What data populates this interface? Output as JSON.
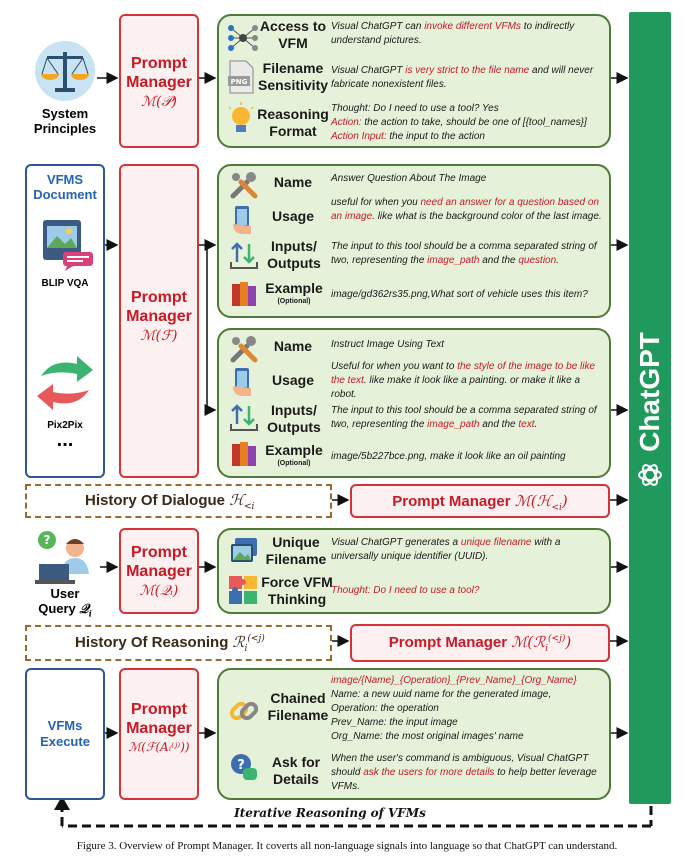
{
  "system": {
    "label_1": "System",
    "label_2": "Principles"
  },
  "vfms_doc": {
    "title_1": "VFMS",
    "title_2": "Document",
    "blip_label": "BLIP VQA",
    "pix_label": "Pix2Pix",
    "ellipsis": "..."
  },
  "user": {
    "label_1": "User",
    "label_2": "Query "
  },
  "execute": {
    "label_1": "VFMs",
    "label_2": "Execute"
  },
  "pm_title_1": "Prompt",
  "pm_title_2": "Manager",
  "pm_math": {
    "p": "ℳ(𝒫)",
    "f": "ℳ(ℱ)",
    "q": "ℳ(𝒬ᵢ)",
    "exec": "ℳ(ℱ(𝐴ᵢ⁽ʲ⁾))"
  },
  "system_rows": [
    {
      "label": "Access to VFM",
      "desc_pre": "Visual ChatGPT can ",
      "desc_red": "invoke different VFMs",
      "desc_post": " to indirectly understand pictures."
    },
    {
      "label": "Filename Sensitivity",
      "desc_pre": "Visual ChatGPT ",
      "desc_red": "is very strict to the file name",
      "desc_post": " and will never fabricate nonexistent files."
    },
    {
      "label": "Reasoning Format",
      "line1": "Thought: Do I need to use a tool? Yes",
      "line2_red": "Action:",
      "line2": " the action to take, should be one of [{tool_names}]",
      "line3_red": "Action Input:",
      "line3": " the input to the action"
    }
  ],
  "blip": {
    "name_label": "Name",
    "name": "Answer Question About The Image",
    "usage_label": "Usage",
    "usage_pre": "useful for when you ",
    "usage_red": "need an answer for a question based on an image",
    "usage_post": ". like what is the background color of the last image.",
    "io_label_1": "Inputs/",
    "io_label_2": "Outputs",
    "io_pre": "The input to this tool should be a comma separated string of two, representing the ",
    "io_red1": "image_path",
    "io_mid": " and the ",
    "io_red2": "question",
    "io_post": ".",
    "ex_label": "Example",
    "ex_small": "(Optional)",
    "example": "image/gd362rs35.png,What sort of vehicle uses this item?"
  },
  "pix": {
    "name_label": "Name",
    "name": "Instruct Image Using Text",
    "usage_label": "Usage",
    "usage_pre": "Useful for when you want to ",
    "usage_red": "the style of the image to be like the text",
    "usage_post": ". like make it look like a painting. or make it like a robot.",
    "io_label_1": "Inputs/",
    "io_label_2": "Outputs",
    "io_pre": "The input to this tool should be a comma separated string of two, representing the ",
    "io_red1": "image_path",
    "io_mid": " and the ",
    "io_red2": "text",
    "io_post": ".",
    "ex_label": "Example",
    "ex_small": "(Optional)",
    "example": "image/5b227bce.png, make it look like an oil painting"
  },
  "history_dialogue": {
    "label": "History Of Dialogue ",
    "pm_label": "Prompt  Manager "
  },
  "query_rows": [
    {
      "label_1": "Unique",
      "label_2": "Filename",
      "desc_pre": "Visual ChatGPT generates a ",
      "desc_red": "unique filename",
      "desc_post": " with a universally unique identifier (UUID)."
    },
    {
      "label_1": "Force VFM",
      "label_2": "Thinking",
      "desc": "Thought: Do I need to use a tool?"
    }
  ],
  "history_reasoning": {
    "label": "History Of Reasoning ",
    "pm_label": "Prompt  Manager "
  },
  "exec_rows": [
    {
      "label_1": "Chained",
      "label_2": "Filename",
      "line1": "image/{Name}_{Operation}_{Prev_Name}_{Org_Name}",
      "line2": "Name:  a new uuid name for the generated image,",
      "line3": "Operation: the operation",
      "line4": "Prev_Name: the input image",
      "line5": "Org_Name: the most original images' name"
    },
    {
      "label_1": "Ask for",
      "label_2": "Details",
      "desc_pre": "When the user's command is ambiguous, Visual ChatGPT should ",
      "desc_red": "ask the users for more details",
      "desc_post": " to help better leverage VFMs."
    }
  ],
  "iterative": "Iterative Reasoning of VFMs",
  "chatgpt": "ChatGPT",
  "caption": "Figure 3. Overview of Prompt Manager. It coverts all non-language signals into language so that ChatGPT can understand."
}
